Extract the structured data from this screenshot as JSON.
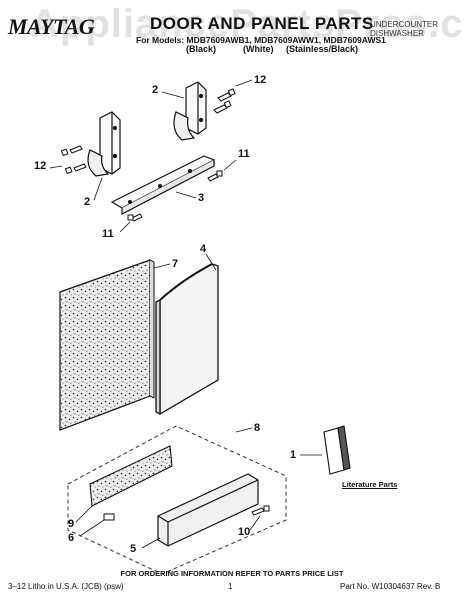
{
  "header": {
    "brand": "MAYTAG",
    "title": "DOOR AND PANEL PARTS",
    "right_title_line1": "UNDERCOUNTER",
    "right_title_line2": "DISHWASHER",
    "model_line": "For Models: MDB7609AWB1, MDB7609AWW1, MDB7609AWS1",
    "variant_black": "(Black)",
    "variant_white": "(White)",
    "variant_stainless": "(Stainless/Black)",
    "watermark": "AppliancePartsPros.com"
  },
  "callouts": {
    "c12_top": "12",
    "c2_top": "2",
    "c11_right": "11",
    "c12_left": "12",
    "c2_left": "2",
    "c3": "3",
    "c11_left": "11",
    "c7": "7",
    "c4": "4",
    "c8": "8",
    "c1": "1",
    "c9": "9",
    "c6": "6",
    "c10": "10",
    "c5": "5"
  },
  "literature_label": "Literature Parts",
  "footer": {
    "ordering": "FOR ORDERING INFORMATION REFER TO PARTS PRICE LIST",
    "left": "3–12 Litho in U.S.A. (JCB) (psw)",
    "center": "1",
    "right": "Part No. W10304637 Rev. B"
  }
}
